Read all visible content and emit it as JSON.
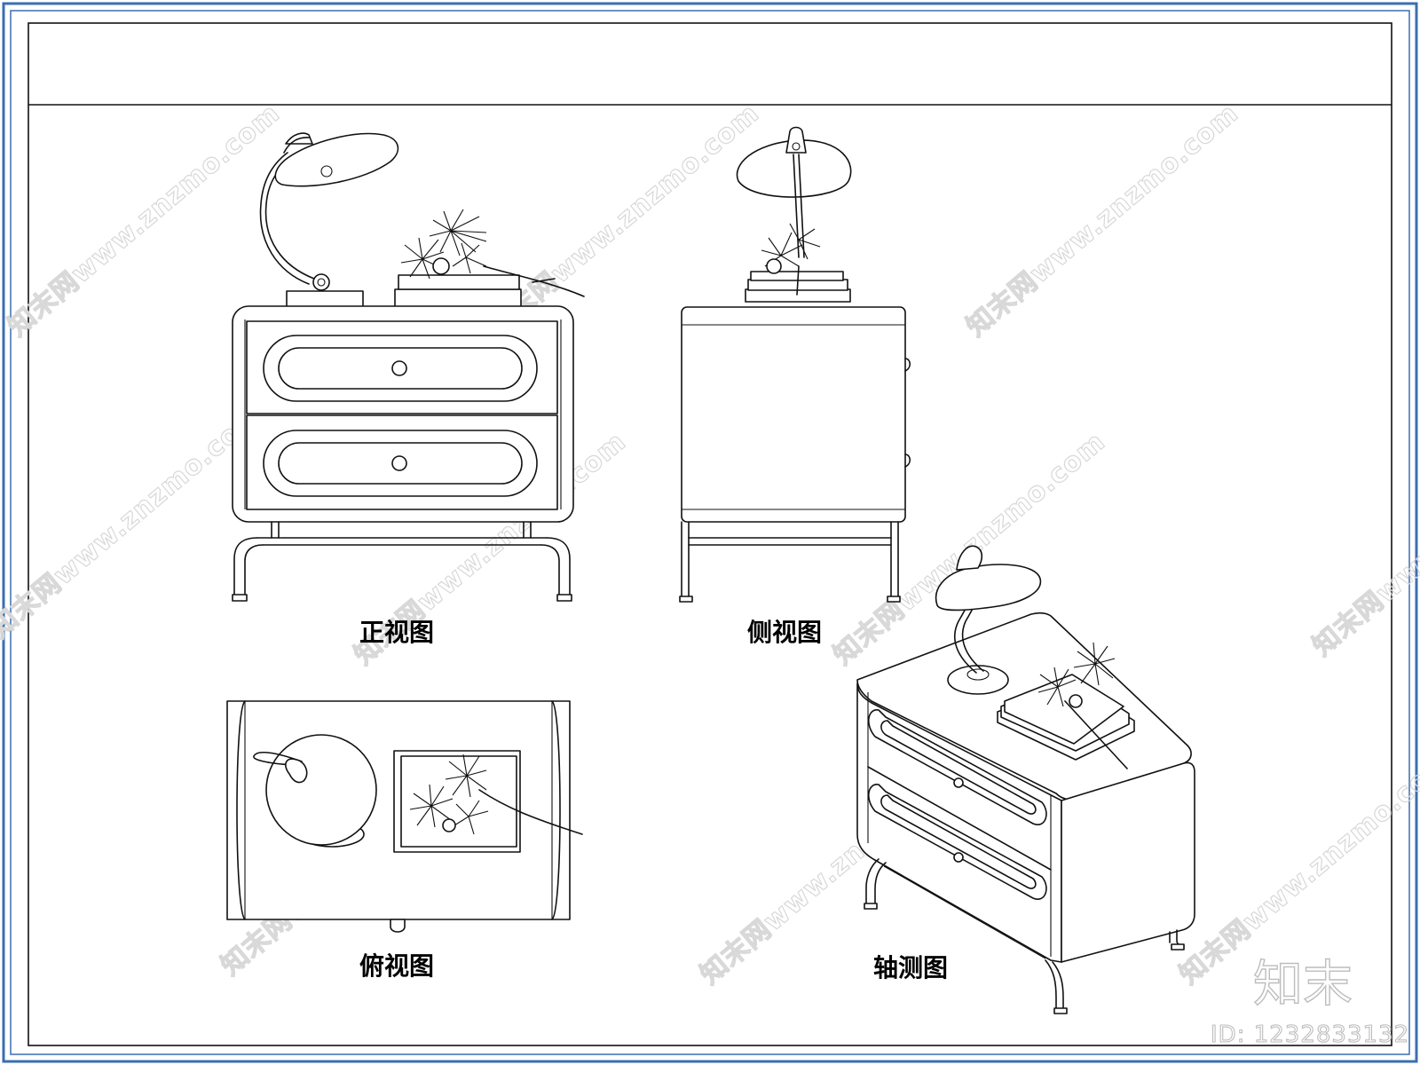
{
  "views": {
    "front": "正视图",
    "side": "侧视图",
    "top": "俯视图",
    "axonometric": "轴测图"
  },
  "watermark": {
    "text": "知末网www.znzmo.com",
    "brand": "知末",
    "id": "ID: 1232833132"
  },
  "colors": {
    "frame": "#3a6fb0",
    "line": "#111111",
    "watermark": "#d8d8d8"
  }
}
